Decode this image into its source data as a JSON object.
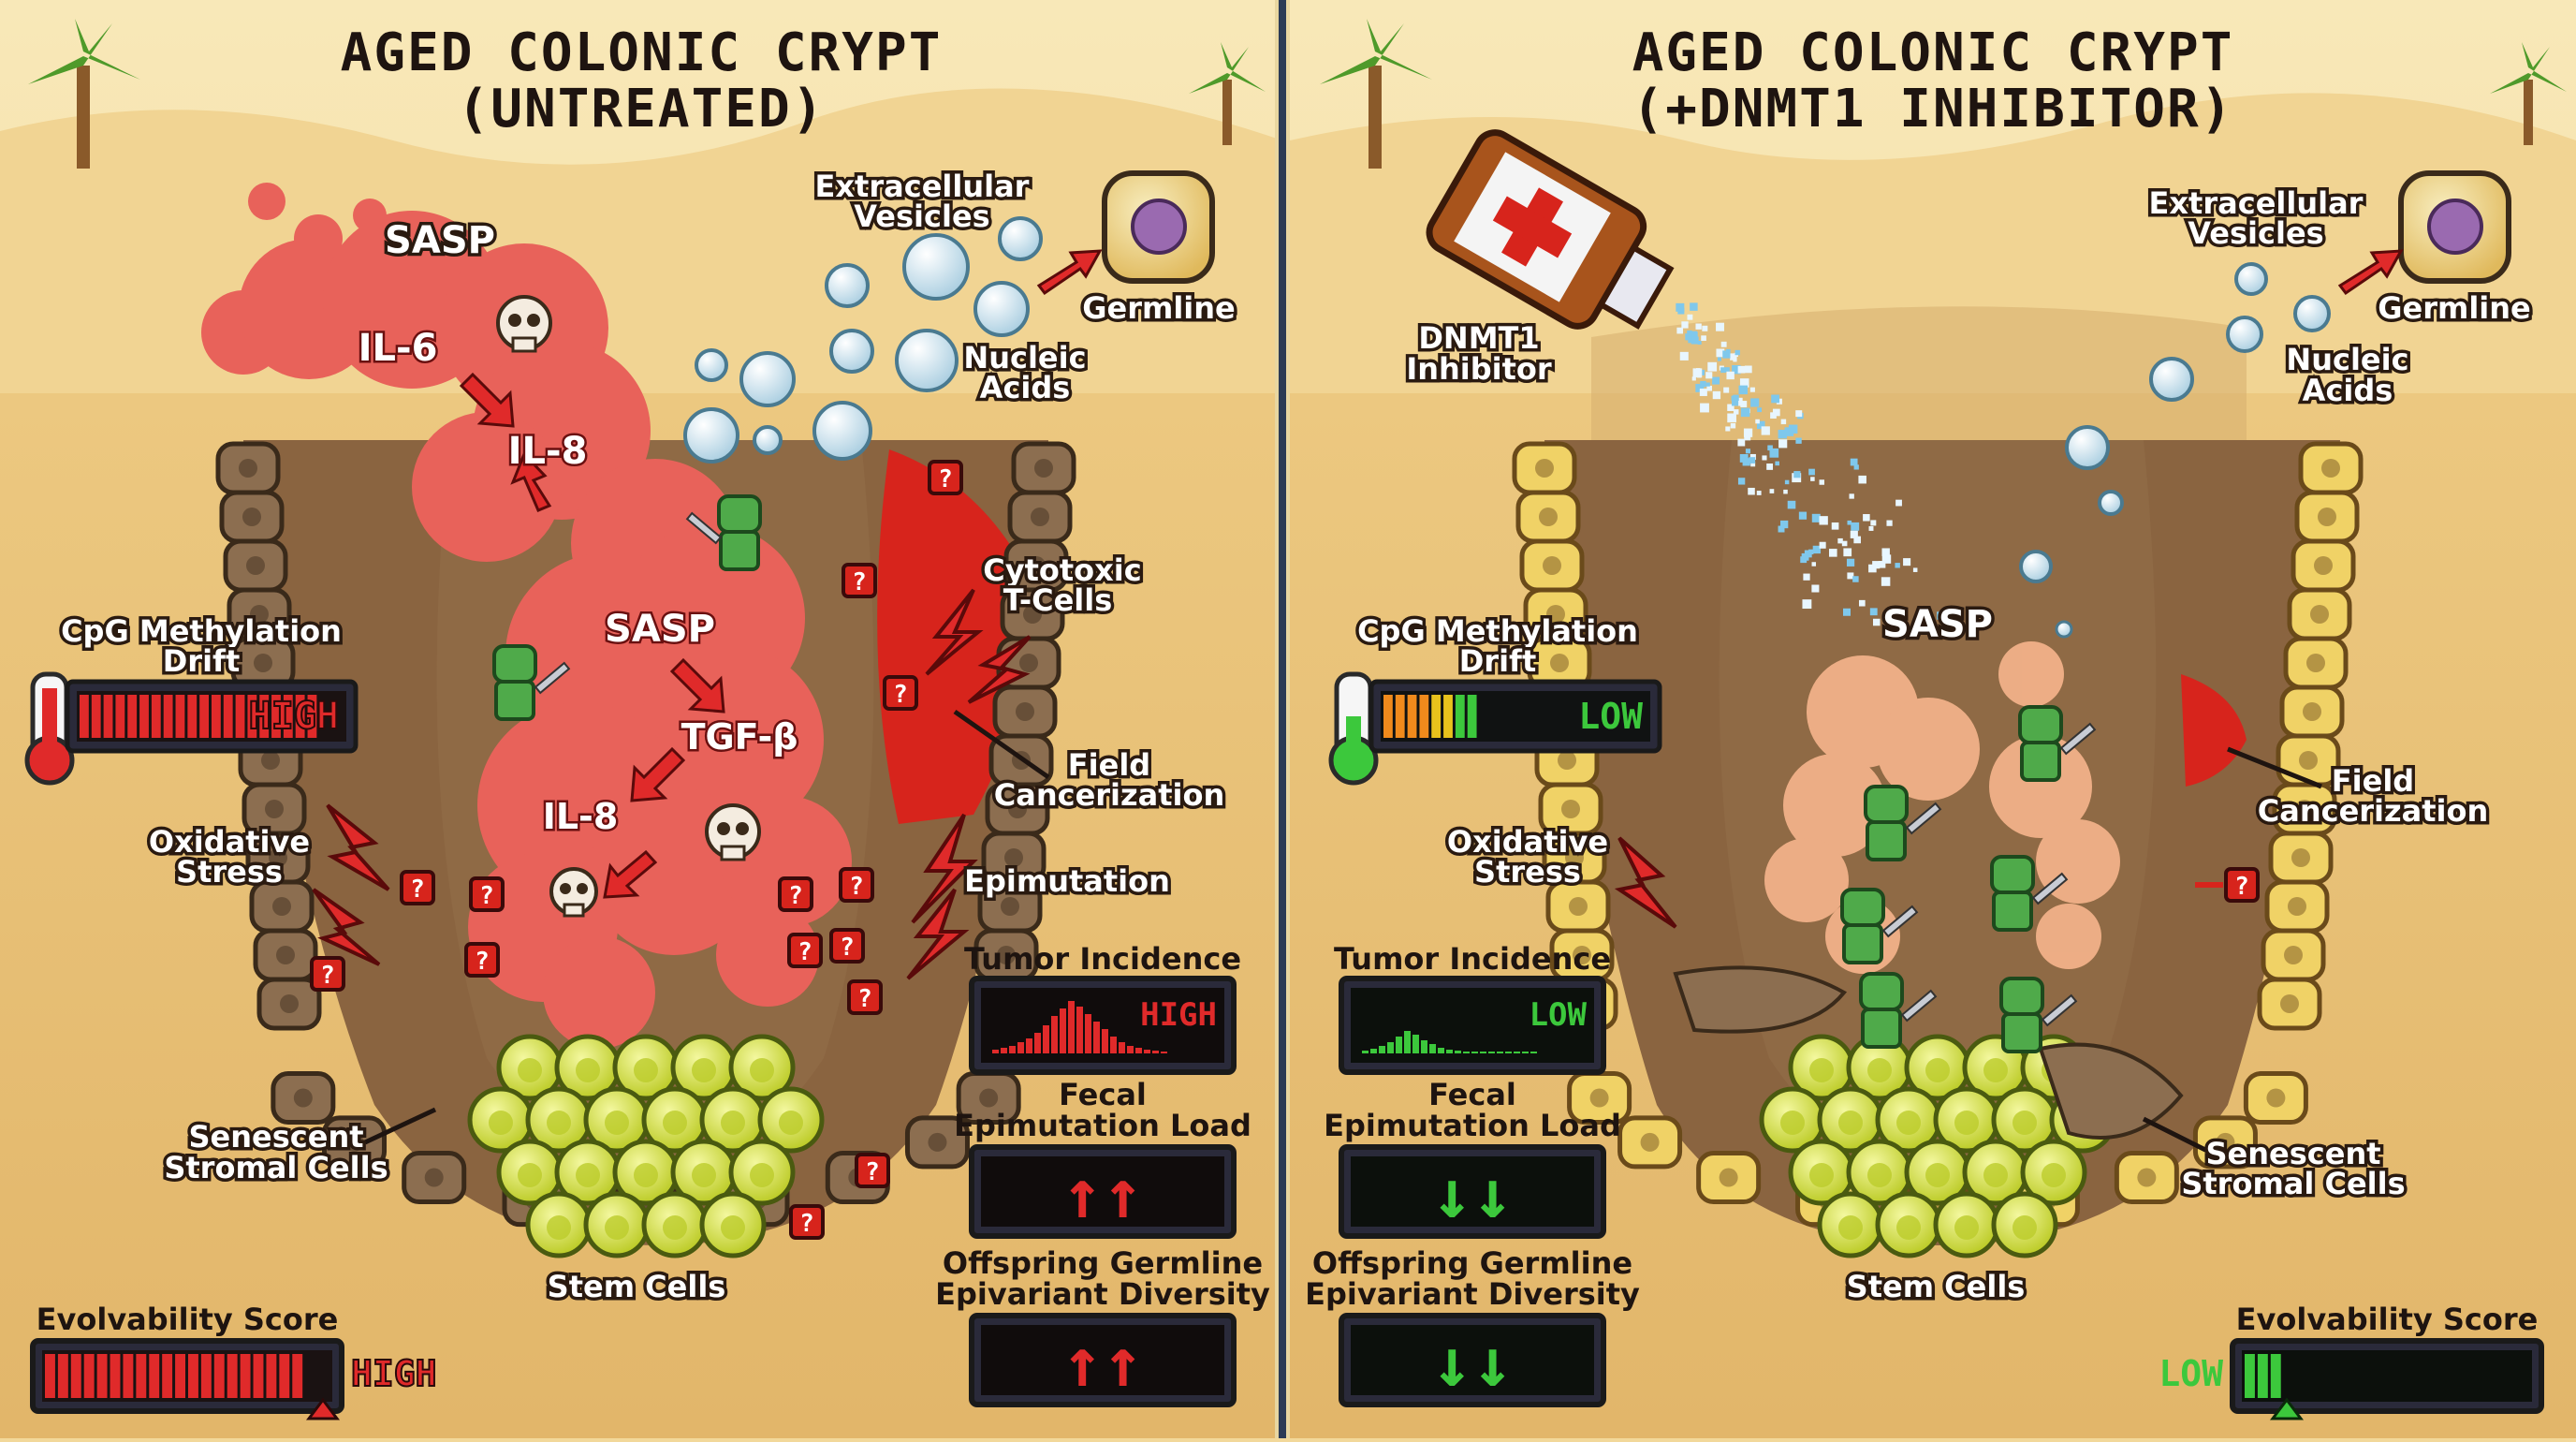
{
  "colors": {
    "sand": "#f2d89a",
    "crypt_fill": "#8a6440",
    "aged_cell": "#8c6e50",
    "healthy_cell": "#f0d266",
    "stem_cell": "#d7e33c",
    "sasp_cloud": "#e8625a",
    "sasp_cloud_treated": "#f7b58c",
    "field_cancer": "#d7241c",
    "high_red": "#e02a2a",
    "low_green": "#3cc83c",
    "divider": "#2b3b55"
  },
  "left": {
    "title_line1": "AGED COLONIC CRYPT",
    "title_line2": "(UNTREATED)",
    "sasp_top": "SASP",
    "il6": "IL-6",
    "il8_top": "IL-8",
    "sasp_mid": "SASP",
    "tgfb": "TGF-β",
    "il8_low": "IL-8",
    "ev_line1": "Extracellular",
    "ev_line2": "Vesicles",
    "germline": "Germline",
    "nucleic_line1": "Nucleic",
    "nucleic_line2": "Acids",
    "cytotoxic_line1": "Cytotoxic",
    "cytotoxic_line2": "T-Cells",
    "field_line1": "Field",
    "field_line2": "Cancerization",
    "epimutation": "Epimutation",
    "cpg_line1": "CpG Methylation",
    "cpg_line2": "Drift",
    "cpg_status": "HIGH",
    "cpg_level": 0.92,
    "oxidative_line1": "Oxidative",
    "oxidative_line2": "Stress",
    "senescent_line1": "Senescent",
    "senescent_line2": "Stromal Cells",
    "stem_cells": "Stem Cells",
    "tumor_label": "Tumor Incidence",
    "tumor_status": "HIGH",
    "fecal_line1": "Fecal",
    "fecal_line2": "Epimutation Load",
    "fecal_arrows": "↑↑",
    "offspring_line1": "Offspring Germline",
    "offspring_line2": "Epivariant Diversity",
    "offspring_arrows": "↑↑",
    "evolvability_label": "Evolvability Score",
    "evolvability_status": "HIGH",
    "evolvability_level": 0.92,
    "marker": "?"
  },
  "right": {
    "title_line1": "AGED COLONIC CRYPT",
    "title_line2": "(+DNMT1 INHIBITOR)",
    "dnmt_line1": "DNMT1",
    "dnmt_line2": "Inhibitor",
    "ev_line1": "Extracellular",
    "ev_line2": "Vesicles",
    "germline": "Germline",
    "nucleic_line1": "Nucleic",
    "nucleic_line2": "Acids",
    "sasp": "SASP",
    "field_line1": "Field",
    "field_line2": "Cancerization",
    "cpg_line1": "CpG Methylation",
    "cpg_line2": "Drift",
    "cpg_status": "LOW",
    "cpg_level": 0.35,
    "oxidative_line1": "Oxidative",
    "oxidative_line2": "Stress",
    "tumor_label": "Tumor Incidence",
    "tumor_status": "LOW",
    "fecal_line1": "Fecal",
    "fecal_line2": "Epimutation Load",
    "fecal_arrows": "↓↓",
    "offspring_line1": "Offspring Germline",
    "offspring_line2": "Epivariant Diversity",
    "offspring_arrows": "↓↓",
    "senescent_line1": "Senescent",
    "senescent_line2": "Stromal Cells",
    "stem_cells": "Stem Cells",
    "evolvability_label": "Evolvability Score",
    "evolvability_status": "LOW",
    "evolvability_level": 0.15,
    "marker": "?"
  }
}
